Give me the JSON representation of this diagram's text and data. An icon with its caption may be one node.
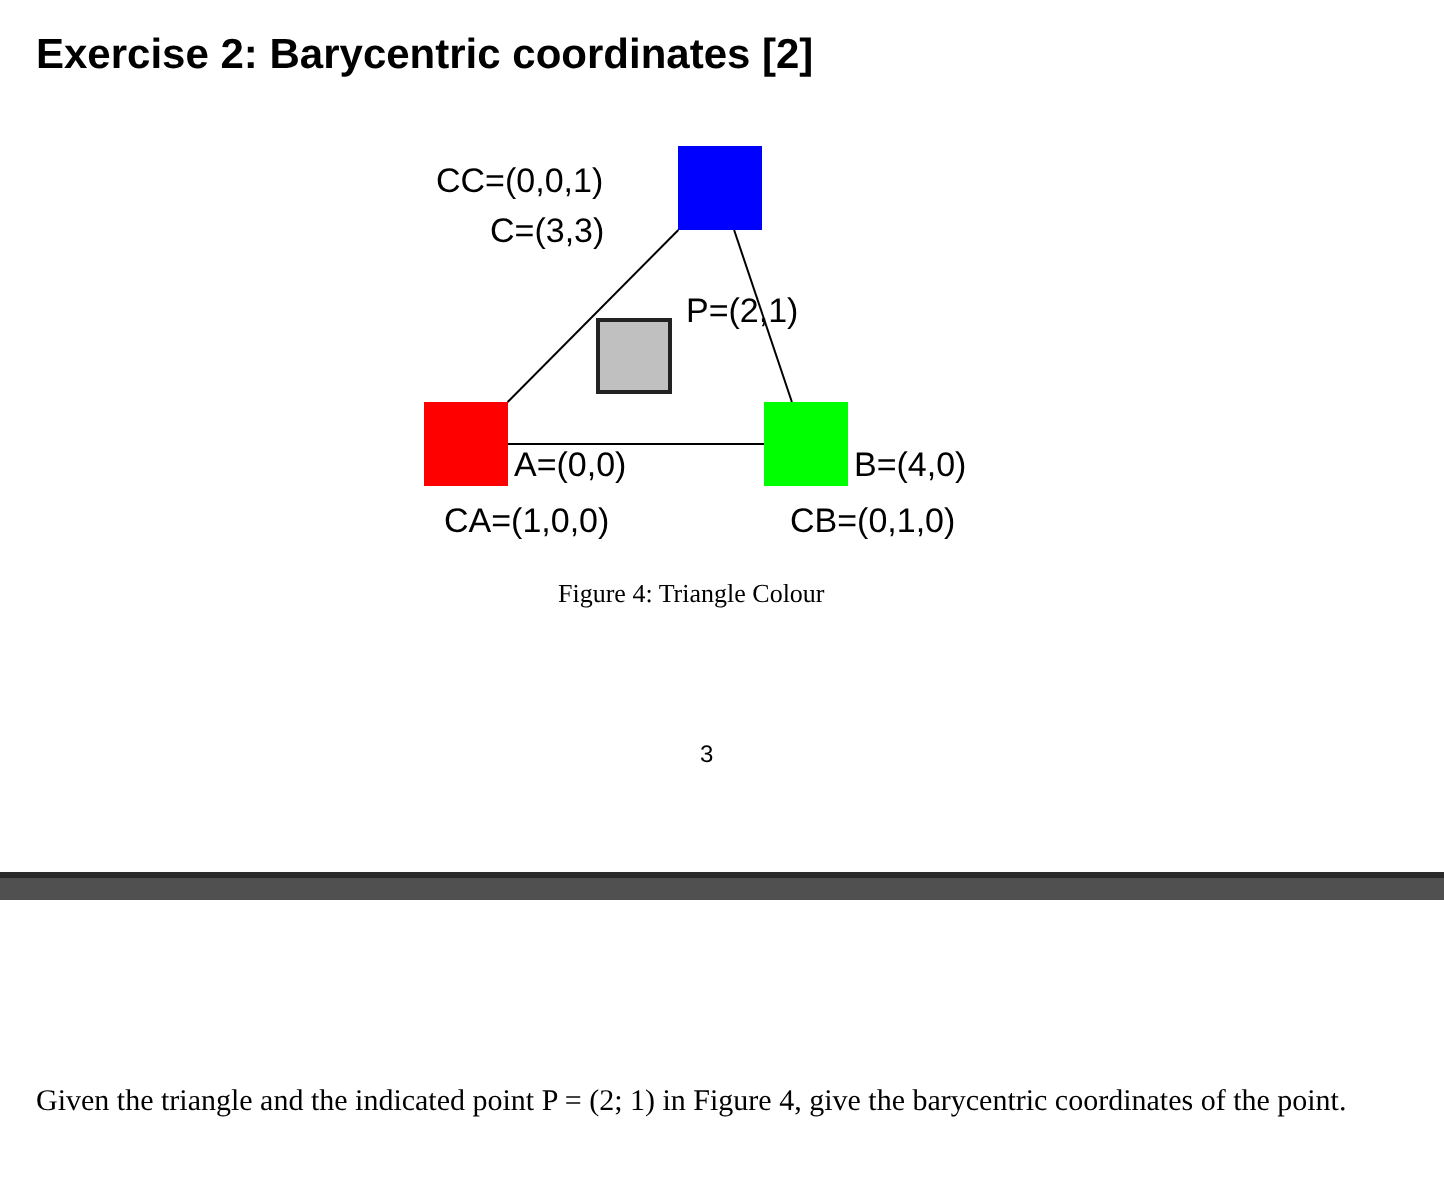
{
  "diagram": {
    "title": "Exercise 2: Barycentric coordinates [2]",
    "caption": "Figure 4: Triangle Colour",
    "nodes": [
      {
        "text": [],
        "shape": "box",
        "beside": [
          "CC=(0,0,1)",
          "C=(3,3)"
        ]
      },
      {
        "text": [],
        "shape": "box",
        "beside": [
          "P=(2,1)"
        ]
      },
      {
        "text": [],
        "shape": "box",
        "beside": [
          "A=(0,0)",
          "CA=(1,0,0)"
        ]
      },
      {
        "text": [],
        "shape": "box",
        "beside": [
          "B=(4,0)",
          "CB=(0,1,0)"
        ]
      }
    ],
    "edges": [
      {
        "from": 0,
        "to": 2,
        "arrow": "none"
      },
      {
        "from": 2,
        "to": 3,
        "arrow": "none"
      },
      {
        "from": 0,
        "to": 3,
        "arrow": "none"
      }
    ],
    "labels": [
      "3",
      "Given the triangle and the indicated point P = (2; 1) in Figure 4, give the barycentric coordinates of the point."
    ]
  }
}
